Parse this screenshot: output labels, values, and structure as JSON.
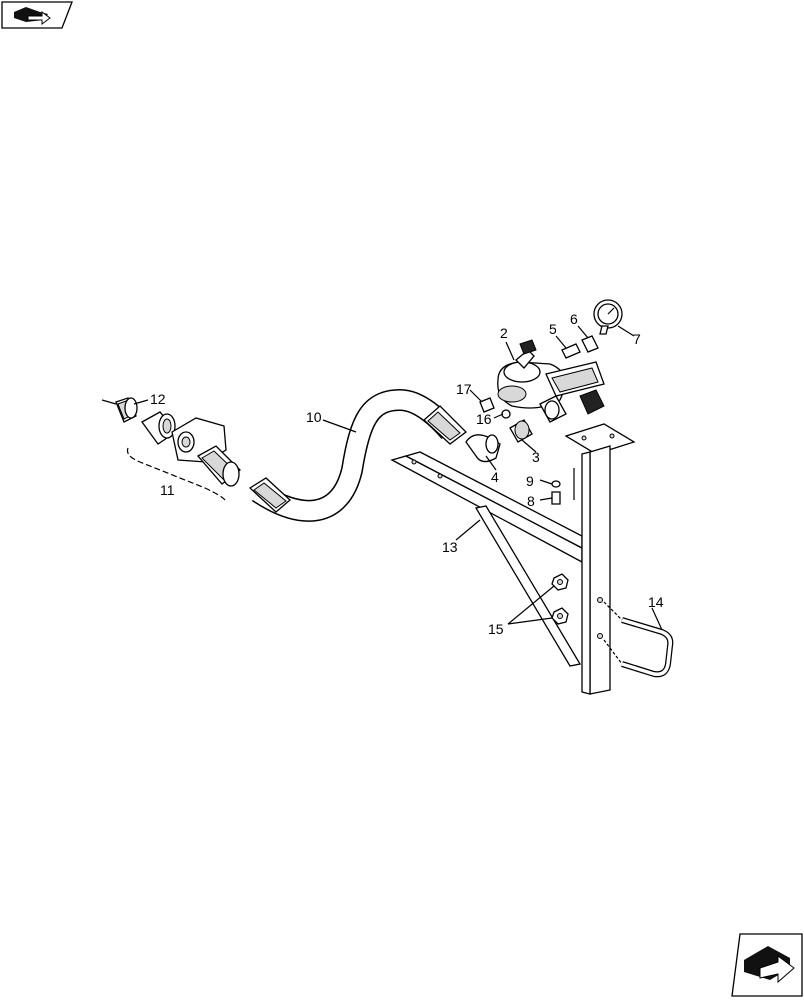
{
  "diagram": {
    "callouts": {
      "c2": "2",
      "c3": "3",
      "c4": "4",
      "c5": "5",
      "c6": "6",
      "c7": "7",
      "c8": "8",
      "c9": "9",
      "c10": "10",
      "c11": "11",
      "c12": "12",
      "c13": "13",
      "c14": "14",
      "c15": "15",
      "c16": "16",
      "c17": "17"
    },
    "icons": {
      "top_left": "previous-page-arrow-icon",
      "bottom_right": "next-page-arrow-icon"
    }
  }
}
